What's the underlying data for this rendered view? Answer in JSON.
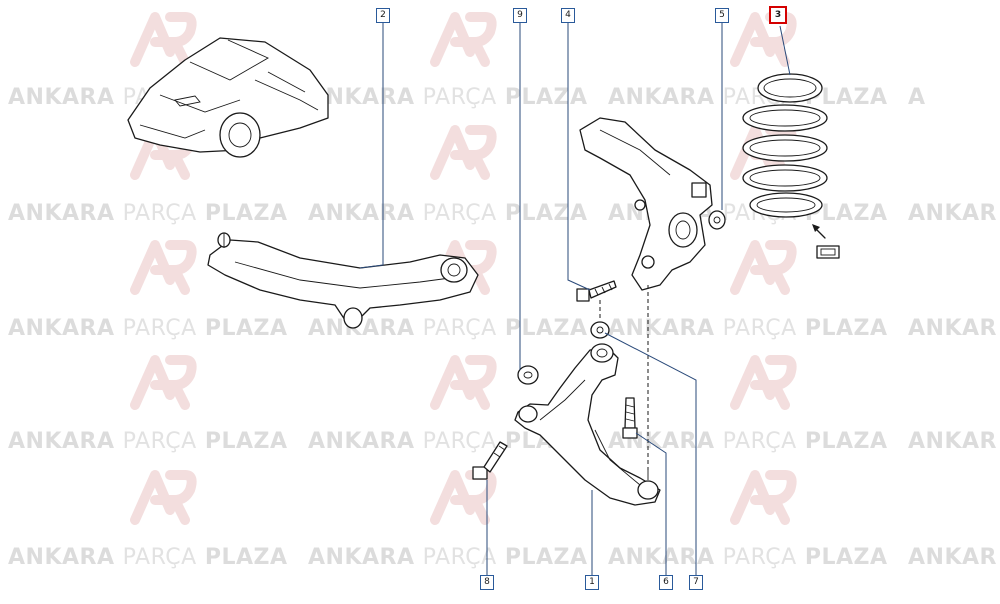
{
  "watermark": {
    "word_1": "ANKARA",
    "word_2": "PARÇA",
    "word_3": "PLAZA",
    "edge_fragment_left": "A",
    "edge_fragment_right": "ANKAR",
    "text_color": "#d8d8d8",
    "logo_color": "#f0d8d8"
  },
  "callouts": [
    {
      "id": "2",
      "label": "2",
      "active": false
    },
    {
      "id": "9",
      "label": "9",
      "active": false
    },
    {
      "id": "4",
      "label": "4",
      "active": false
    },
    {
      "id": "5",
      "label": "5",
      "active": false
    },
    {
      "id": "3",
      "label": "3",
      "active": true
    },
    {
      "id": "8",
      "label": "8",
      "active": false
    },
    {
      "id": "1",
      "label": "1",
      "active": false
    },
    {
      "id": "6",
      "label": "6",
      "active": false
    },
    {
      "id": "7",
      "label": "7",
      "active": false
    }
  ],
  "colors": {
    "callout_border": "#2a5a9a",
    "callout_active_border": "#d40000",
    "line_art": "#1a1a1a"
  }
}
